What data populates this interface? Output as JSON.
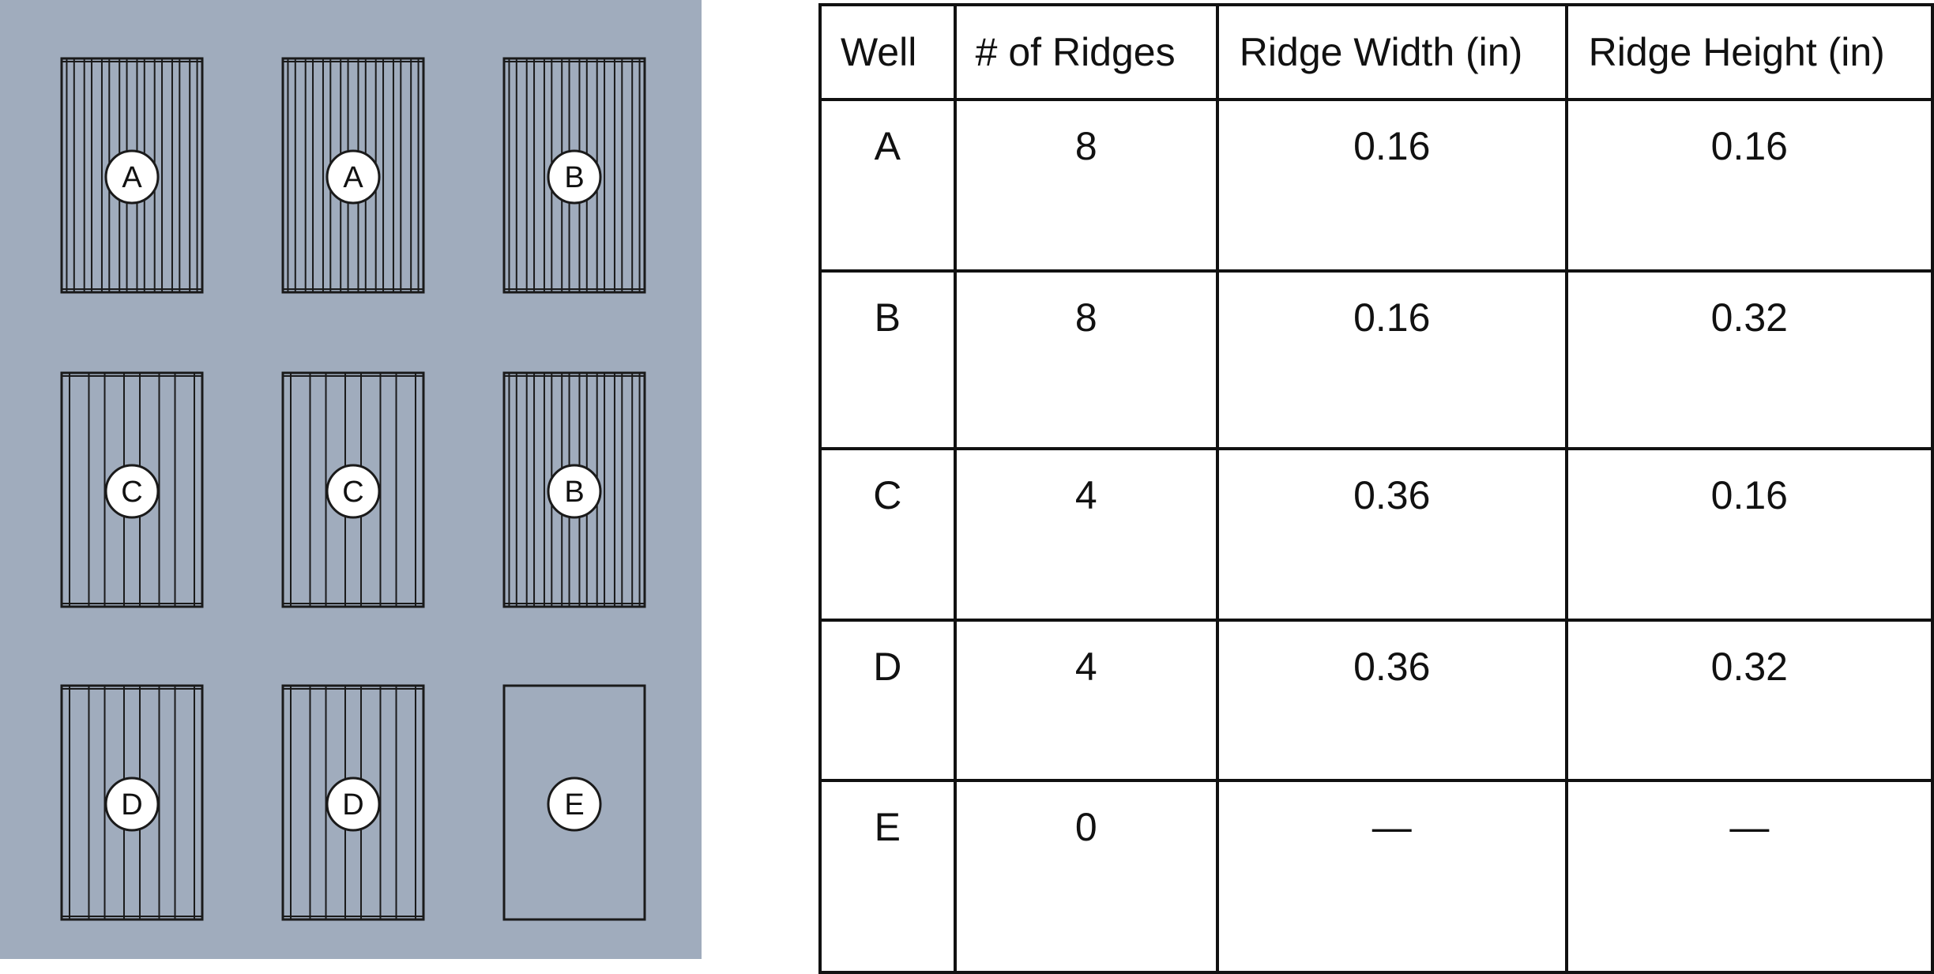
{
  "wells": [
    {
      "label": "A",
      "ridges": 8
    },
    {
      "label": "A",
      "ridges": 8
    },
    {
      "label": "B",
      "ridges": 8
    },
    {
      "label": "C",
      "ridges": 4
    },
    {
      "label": "C",
      "ridges": 4
    },
    {
      "label": "B",
      "ridges": 8
    },
    {
      "label": "D",
      "ridges": 4
    },
    {
      "label": "D",
      "ridges": 4
    },
    {
      "label": "E",
      "ridges": 0
    }
  ],
  "table": {
    "headers": [
      "Well",
      "# of Ridges",
      "Ridge Width (in)",
      "Ridge Height (in)"
    ],
    "rows": [
      [
        "A",
        "8",
        "0.16",
        "0.16"
      ],
      [
        "B",
        "8",
        "0.16",
        "0.32"
      ],
      [
        "C",
        "4",
        "0.36",
        "0.16"
      ],
      [
        "D",
        "4",
        "0.36",
        "0.32"
      ],
      [
        "E",
        "0",
        "—",
        "—"
      ]
    ]
  },
  "colors": {
    "panel": "#a0acbd",
    "well": "#a0acbd",
    "stroke": "#1a1a1a",
    "badge": "#ffffff"
  }
}
